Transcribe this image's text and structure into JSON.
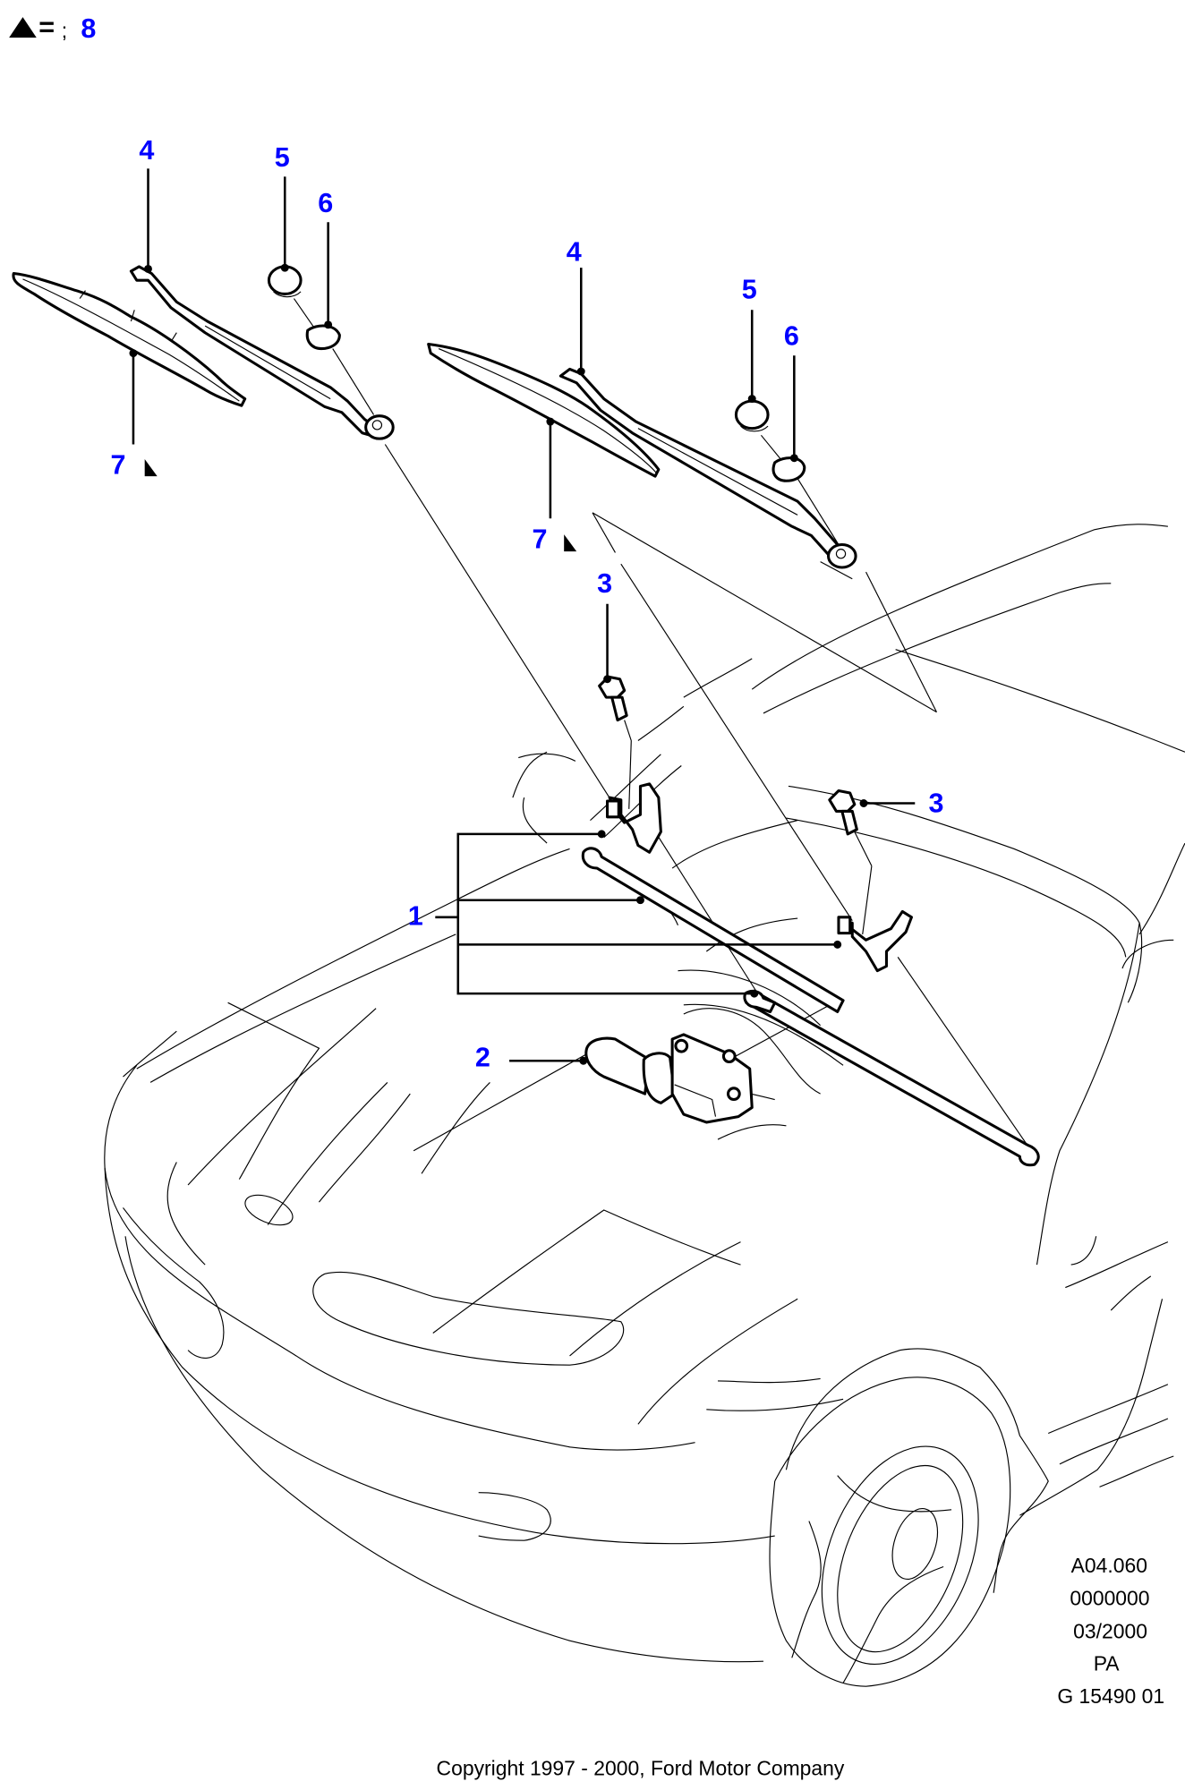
{
  "legend": {
    "symbol_icon": "filled-triangle",
    "equals": "=",
    "separator": ";",
    "ref_number": "8"
  },
  "callouts": [
    {
      "id": "left-wiper-arm",
      "number": "4"
    },
    {
      "id": "left-cap",
      "number": "5"
    },
    {
      "id": "left-nut",
      "number": "6"
    },
    {
      "id": "left-blade",
      "number": "7",
      "marker": "triangle"
    },
    {
      "id": "right-wiper-arm",
      "number": "4"
    },
    {
      "id": "right-cap",
      "number": "5"
    },
    {
      "id": "right-nut",
      "number": "6"
    },
    {
      "id": "right-blade",
      "number": "7",
      "marker": "triangle"
    },
    {
      "id": "left-bolt",
      "number": "3"
    },
    {
      "id": "right-bolt",
      "number": "3"
    },
    {
      "id": "linkage",
      "number": "1"
    },
    {
      "id": "motor",
      "number": "2"
    }
  ],
  "info_block": {
    "lines": [
      "A04.060",
      "0000000",
      "03/2000",
      "PA",
      "G 15490 01"
    ]
  },
  "footer": {
    "copyright": "Copyright 1997 - 2000, Ford Motor Company"
  },
  "colors": {
    "callout": "#0000ff",
    "lines": "#000000",
    "background": "#ffffff"
  }
}
